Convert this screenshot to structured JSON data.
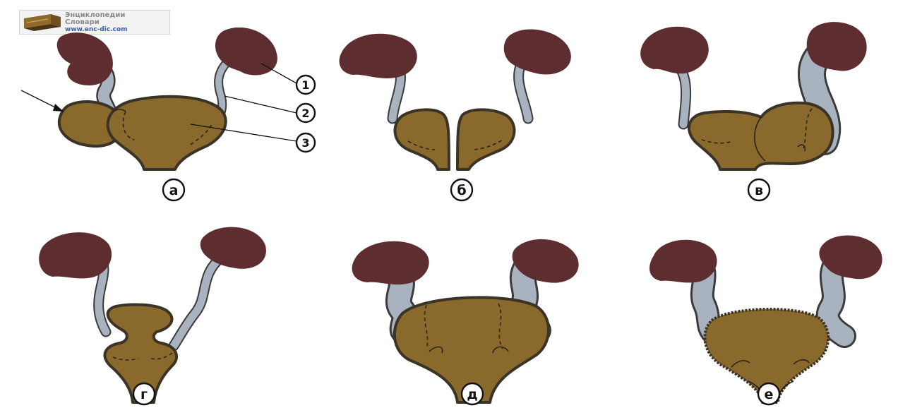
{
  "watermark": {
    "line1": "Энциклопедии",
    "line2": "Словари",
    "line3": "www.enc-dic.com"
  },
  "callouts": [
    "1",
    "2",
    "3"
  ],
  "panels": [
    {
      "label": "а"
    },
    {
      "label": "б"
    },
    {
      "label": "в"
    },
    {
      "label": "г"
    },
    {
      "label": "д"
    },
    {
      "label": "е"
    }
  ],
  "colors": {
    "kidney": "#5e2d30",
    "ureter": "#a9b2bf",
    "bladder": "#8a6a2c",
    "outline": "#3a3326"
  }
}
